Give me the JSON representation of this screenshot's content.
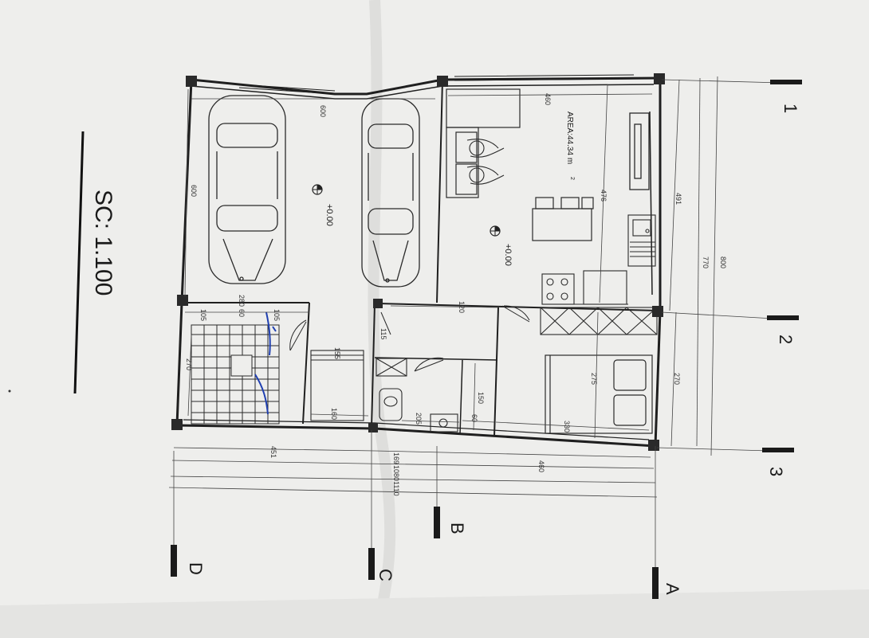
{
  "scale_label": "SC:  1.100",
  "area_label": "AREA:44.34 m",
  "area_sup": "2",
  "level_garage": "+0.00",
  "level_living": "+0.00",
  "grid": {
    "rows": [
      "1",
      "2",
      "3"
    ],
    "cols": [
      "A",
      "B",
      "C",
      "D"
    ]
  },
  "dims": {
    "d600_top": "600",
    "d460_top": "460",
    "d600_left": "600",
    "d476": "476",
    "d491": "491",
    "d770": "770",
    "d800": "800",
    "d280": "280",
    "d105a": "105",
    "d60a": "60",
    "d105b": "105",
    "d120": "120",
    "d115": "115",
    "d155": "155",
    "d270_left": "270",
    "d160": "160",
    "d150": "150",
    "d205": "205",
    "d60b": "60",
    "d330": "330",
    "d275": "275",
    "d270_right": "270",
    "d451": "451",
    "d169": "169",
    "d1080": "1080",
    "d460_bottom": "460",
    "d1110": "1110"
  },
  "colors": {
    "paper": "#efefed",
    "ink": "#1f1f1f",
    "pen": "#1f3fb0"
  }
}
